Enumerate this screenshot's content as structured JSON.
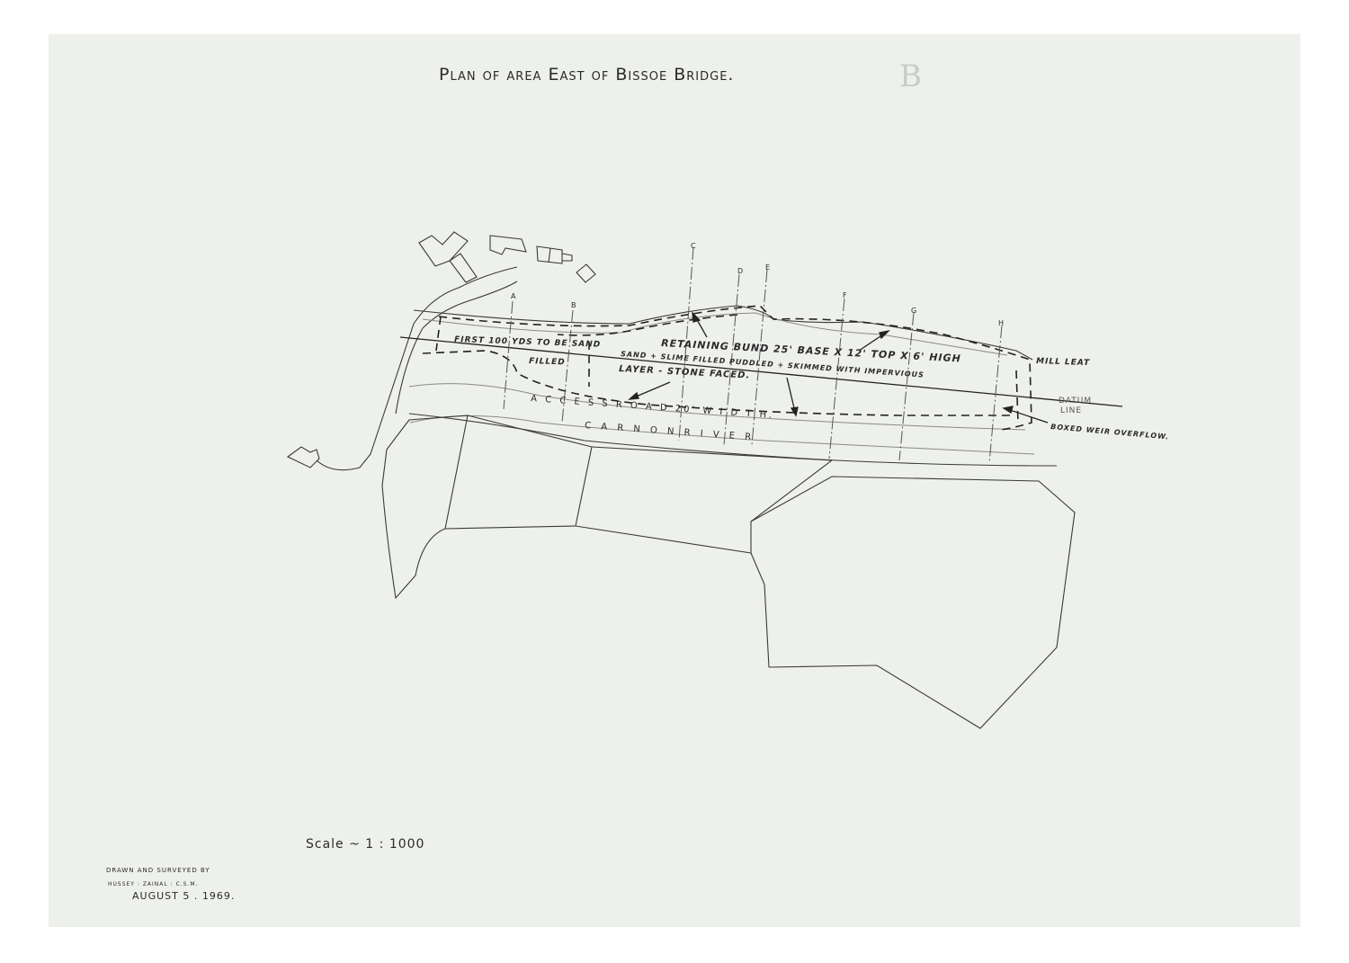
{
  "title": "Plan of area East of Bissoe Bridge.",
  "sheet_mark": "B",
  "annotations": {
    "first_fill": "First 100 yds to be sand",
    "filled": "Filled",
    "retaining_bund": "Retaining Bund 25' base x 12' top x 6' high",
    "sand_slime": "Sand + slime filled puddled + skimmed with impervious",
    "layer": "Layer - stone faced.",
    "mill_leat": "Mill Leat",
    "datum": "Datum",
    "datum_line": "Line",
    "boxed_weir": "Boxed weir overflow.",
    "access_road": "A c c e s s   R o a d   20'   W i d t h.",
    "carnon_river": "C a r n o n   R i v e r"
  },
  "sections": [
    "A",
    "B",
    "C",
    "D",
    "E",
    "F",
    "G",
    "H"
  ],
  "scale": "Scale ~ 1 : 1000",
  "credits": {
    "line1": "Drawn and surveyed by",
    "line2": "Hussey : Zainal : C.S.M.",
    "date": "August 5 . 1969."
  }
}
